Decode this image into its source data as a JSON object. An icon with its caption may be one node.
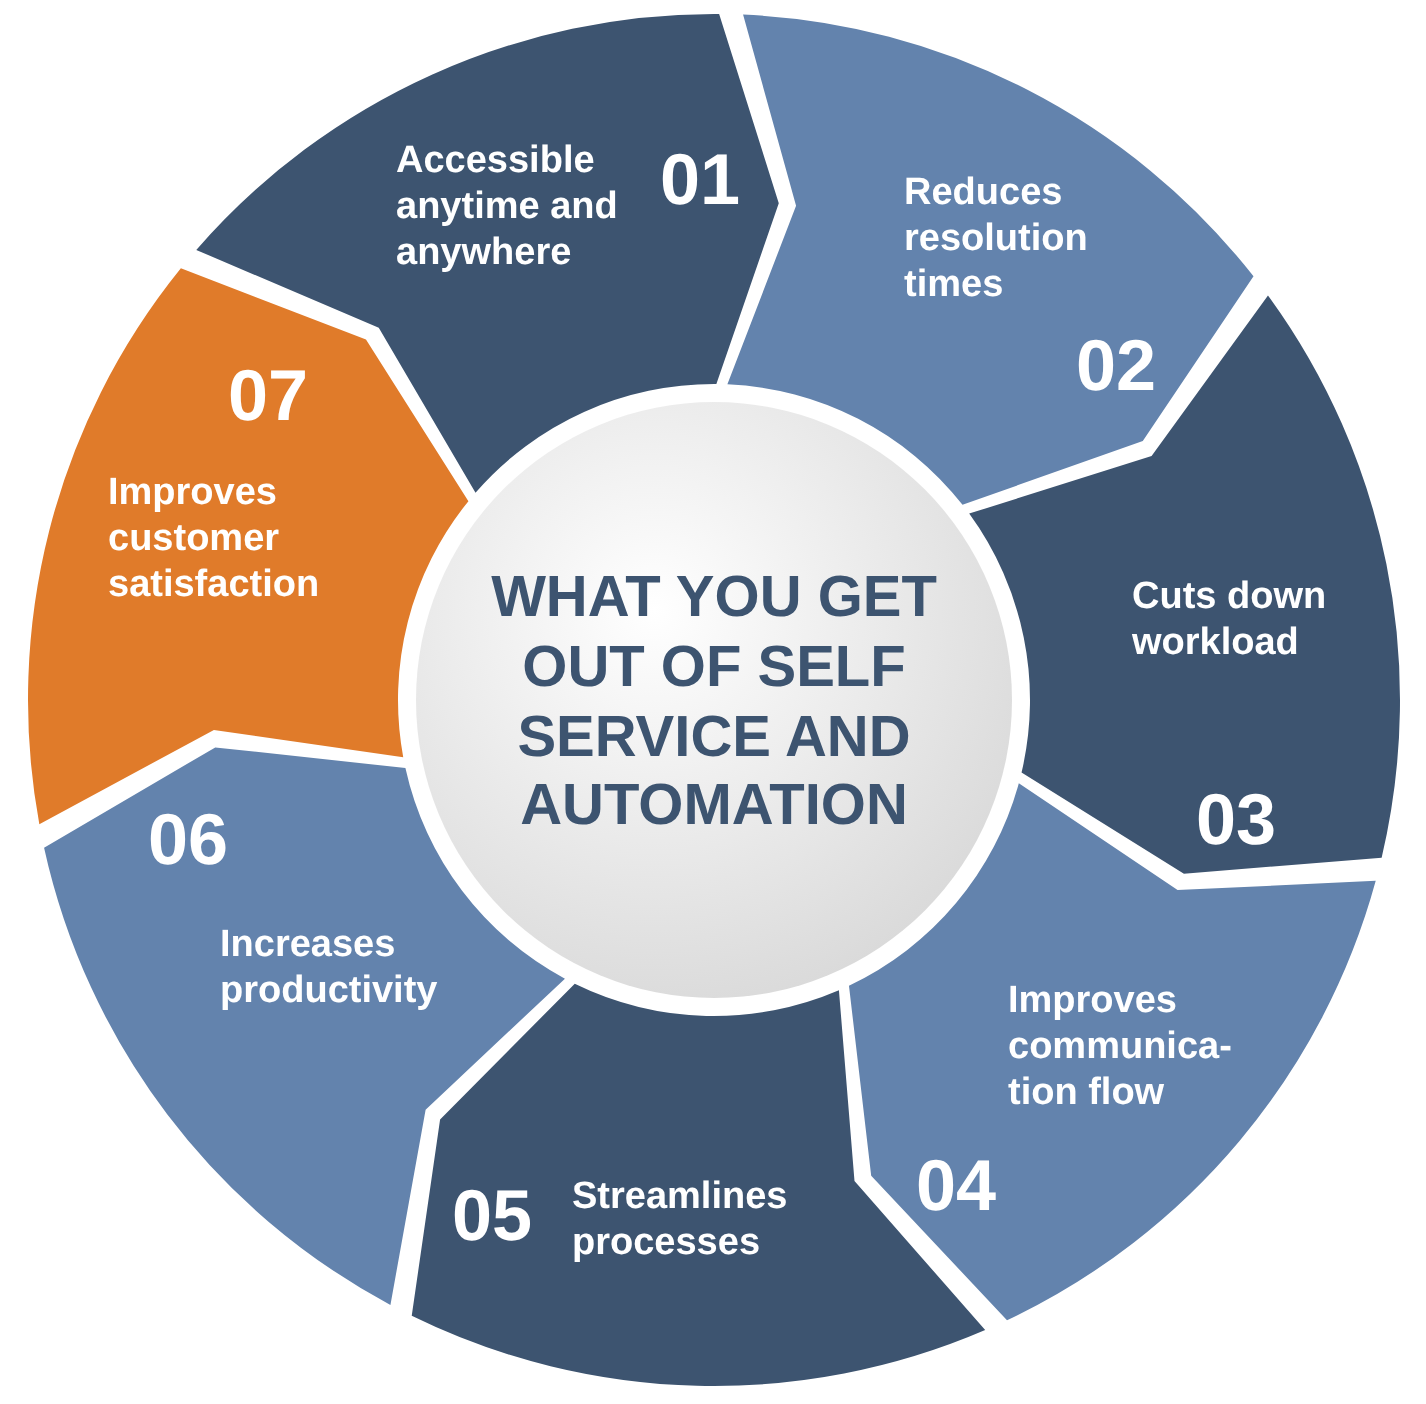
{
  "diagram": {
    "nodes": [
      {
        "text": [
          "WHAT YOU GET OUT OF SELF SERVICE AND AUTOMATION"
        ]
      },
      {
        "text": [
          "Accessible anytime and anywhere",
          "01"
        ]
      },
      {
        "text": [
          "Reduces resolution times",
          "02"
        ]
      },
      {
        "text": [
          "Cuts down workload",
          "03"
        ]
      },
      {
        "text": [
          "Improves communica-tion flow",
          "04"
        ]
      },
      {
        "text": [
          "05",
          "Streamlines processes"
        ]
      },
      {
        "text": [
          "06",
          "Increases productivity"
        ]
      },
      {
        "text": [
          "07",
          "Improves customer satisfaction"
        ]
      }
    ]
  }
}
